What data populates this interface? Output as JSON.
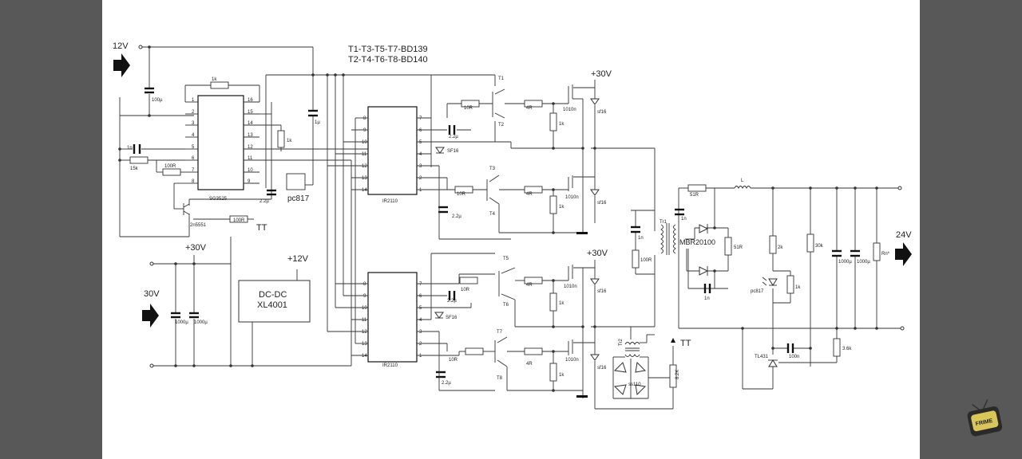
{
  "notes": {
    "transistors_odd": "T1-T3-T5-T7-BD139",
    "transistors_even": "T2-T4-T6-T8-BD140"
  },
  "ports": {
    "in12": "12V",
    "in30": "30V",
    "out24": "24V",
    "rail30a": "+30V",
    "rail30b": "+30V",
    "rail30c": "+30V",
    "rail12": "+12V",
    "tt1": "TT",
    "tt2": "TT"
  },
  "ics": {
    "sg3525": {
      "name": "SG3525",
      "left_pins": [
        "1",
        "2",
        "3",
        "4",
        "5",
        "6",
        "7",
        "8"
      ],
      "right_pins": [
        "16",
        "15",
        "14",
        "13",
        "12",
        "11",
        "10",
        "9"
      ]
    },
    "ir2110a": {
      "name": "IR2110",
      "left_pins": [
        "8",
        "9",
        "10",
        "11",
        "12",
        "13",
        "14"
      ],
      "right_pins": [
        "7",
        "6",
        "5",
        "4",
        "3",
        "2",
        "1"
      ]
    },
    "ir2110b": {
      "name": "IR2110",
      "left_pins": [
        "8",
        "9",
        "10",
        "11",
        "12",
        "13",
        "14"
      ],
      "right_pins": [
        "7",
        "6",
        "5",
        "4",
        "3",
        "2",
        "1"
      ]
    }
  },
  "dcdc": {
    "line1": "DC-DC",
    "line2": "XL4001"
  },
  "parts": {
    "c100u": "100µ",
    "r1k_top": "1k",
    "c1u": "1µ",
    "r1k_mid": "1k",
    "c1n_osc": "1n",
    "r15k": "15k",
    "r100r_dt": "100R",
    "c22u_ss": "2.2µ",
    "pc817": "pc817",
    "q2n5551": "2n5551",
    "r100r_tt": "100R",
    "c1000a": "1000µ",
    "c1000b": "1000µ",
    "c22u_b1": "2.2µ",
    "sf16_b1": "SF16",
    "c22u_b2": "2.2µ",
    "c22u_b3": "2.2µ",
    "sf16_b3": "SF16",
    "c22u_b4": "2.2µ",
    "r10r_1": "10R",
    "r10r_2": "10R",
    "r10r_3": "10R",
    "r10r_4": "10R",
    "r4r_1": "4R",
    "r4r_2": "4R",
    "r4r_3": "4R",
    "r4r_4": "4R",
    "r1k_g1": "1k",
    "r1k_g2": "1k",
    "r1k_g3": "1k",
    "r1k_g4": "1k",
    "m1": "1010n",
    "m2": "1010n",
    "m3": "1010n",
    "m4": "1010n",
    "d1": "sf16",
    "d2": "sf16",
    "d3": "sf16",
    "d4": "sf16",
    "t1": "T1",
    "t2": "T2",
    "t3": "T3",
    "t4": "T4",
    "t5": "T5",
    "t6": "T6",
    "t7": "T7",
    "t8": "T8",
    "c1n_snub": "1n",
    "r100r_snub": "100R",
    "tr1": "Tr1",
    "tr2": "Tr2",
    "ss110": "ss110",
    "r82k": "8.2K",
    "c1n_a": "1n",
    "r51r_a": "51R",
    "mbr": "MBR20100",
    "r51r_b": "51R",
    "c1n_b": "1n",
    "ind_l": "L",
    "r2k": "2k",
    "r30k": "30k",
    "c1000c": "1000µ",
    "c1000d": "1000µ",
    "rn": "Rn*",
    "pc817b": "pc817",
    "r1k_fb": "1k",
    "c100n": "100n",
    "tl431": "TL431",
    "r36k": "3.6k"
  },
  "logo": {
    "text": "TV FRIME",
    "colors": {
      "body": "#2a2a2a",
      "screen": "#d8c65a"
    }
  }
}
